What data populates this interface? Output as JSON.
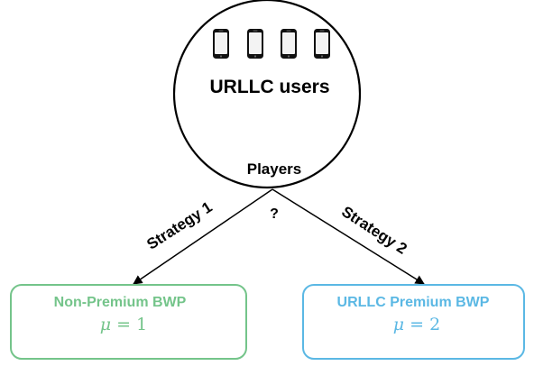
{
  "players_group": {
    "title": "URLLC users",
    "label": "Players",
    "icon": "smartphone-icon",
    "phone_count": 4
  },
  "decision": {
    "mark": "?"
  },
  "strategies": [
    {
      "label": "Strategy 1"
    },
    {
      "label": "Strategy 2"
    }
  ],
  "bwp_boxes": [
    {
      "title": "Non-Premium BWP",
      "mu_symbol": "μ",
      "mu_eq": " = ",
      "mu_value": "1",
      "color": "#74c48a"
    },
    {
      "title": "URLLC Premium BWP",
      "mu_symbol": "μ",
      "mu_eq": " = ",
      "mu_value": "2",
      "color": "#5bb8e4"
    }
  ],
  "colors": {
    "stroke": "#000000",
    "non_premium": "#74c48a",
    "premium": "#5bb8e4",
    "background": "#ffffff"
  }
}
